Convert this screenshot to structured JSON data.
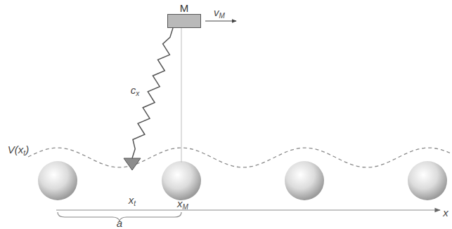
{
  "diagram": {
    "nodes": [
      {
        "text": [
          "M"
        ]
      }
    ],
    "labels": [
      "vM",
      "cx",
      "V(xt)",
      "xt",
      "xM",
      "a",
      "x"
    ]
  }
}
